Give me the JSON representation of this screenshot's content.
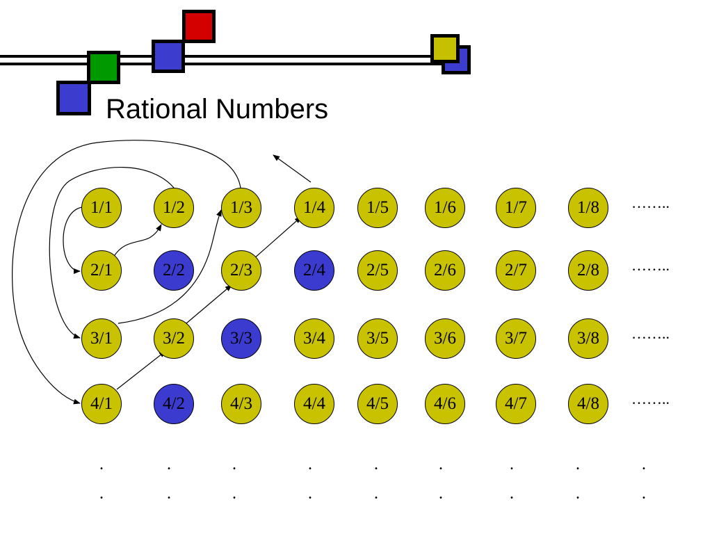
{
  "title": "Rational Numbers",
  "colors": {
    "node_fill": "#c9c200",
    "repeat_fill": "#3b3bd0",
    "deco_red": "#d40000",
    "deco_green": "#009a00",
    "deco_blue": "#3c3ccf",
    "deco_yellow": "#c6c000"
  },
  "rows": [
    {
      "cells": [
        {
          "label": "1/1",
          "repeat": false
        },
        {
          "label": "1/2",
          "repeat": false
        },
        {
          "label": "1/3",
          "repeat": false
        },
        {
          "label": "1/4",
          "repeat": false
        },
        {
          "label": "1/5",
          "repeat": false
        },
        {
          "label": "1/6",
          "repeat": false
        },
        {
          "label": "1/7",
          "repeat": false
        },
        {
          "label": "1/8",
          "repeat": false
        }
      ],
      "ellipsis": "…….."
    },
    {
      "cells": [
        {
          "label": "2/1",
          "repeat": false
        },
        {
          "label": "2/2",
          "repeat": true
        },
        {
          "label": "2/3",
          "repeat": false
        },
        {
          "label": "2/4",
          "repeat": true
        },
        {
          "label": "2/5",
          "repeat": false
        },
        {
          "label": "2/6",
          "repeat": false
        },
        {
          "label": "2/7",
          "repeat": false
        },
        {
          "label": "2/8",
          "repeat": false
        }
      ],
      "ellipsis": "…….."
    },
    {
      "cells": [
        {
          "label": "3/1",
          "repeat": false
        },
        {
          "label": "3/2",
          "repeat": false
        },
        {
          "label": "3/3",
          "repeat": true
        },
        {
          "label": "3/4",
          "repeat": false
        },
        {
          "label": "3/5",
          "repeat": false
        },
        {
          "label": "3/6",
          "repeat": false
        },
        {
          "label": "3/7",
          "repeat": false
        },
        {
          "label": "3/8",
          "repeat": false
        }
      ],
      "ellipsis": "…….."
    },
    {
      "cells": [
        {
          "label": "4/1",
          "repeat": false
        },
        {
          "label": "4/2",
          "repeat": true
        },
        {
          "label": "4/3",
          "repeat": false
        },
        {
          "label": "4/4",
          "repeat": false
        },
        {
          "label": "4/5",
          "repeat": false
        },
        {
          "label": "4/6",
          "repeat": false
        },
        {
          "label": "4/7",
          "repeat": false
        },
        {
          "label": "4/8",
          "repeat": false
        }
      ],
      "ellipsis": "…….."
    }
  ],
  "continuation_mark": "."
}
